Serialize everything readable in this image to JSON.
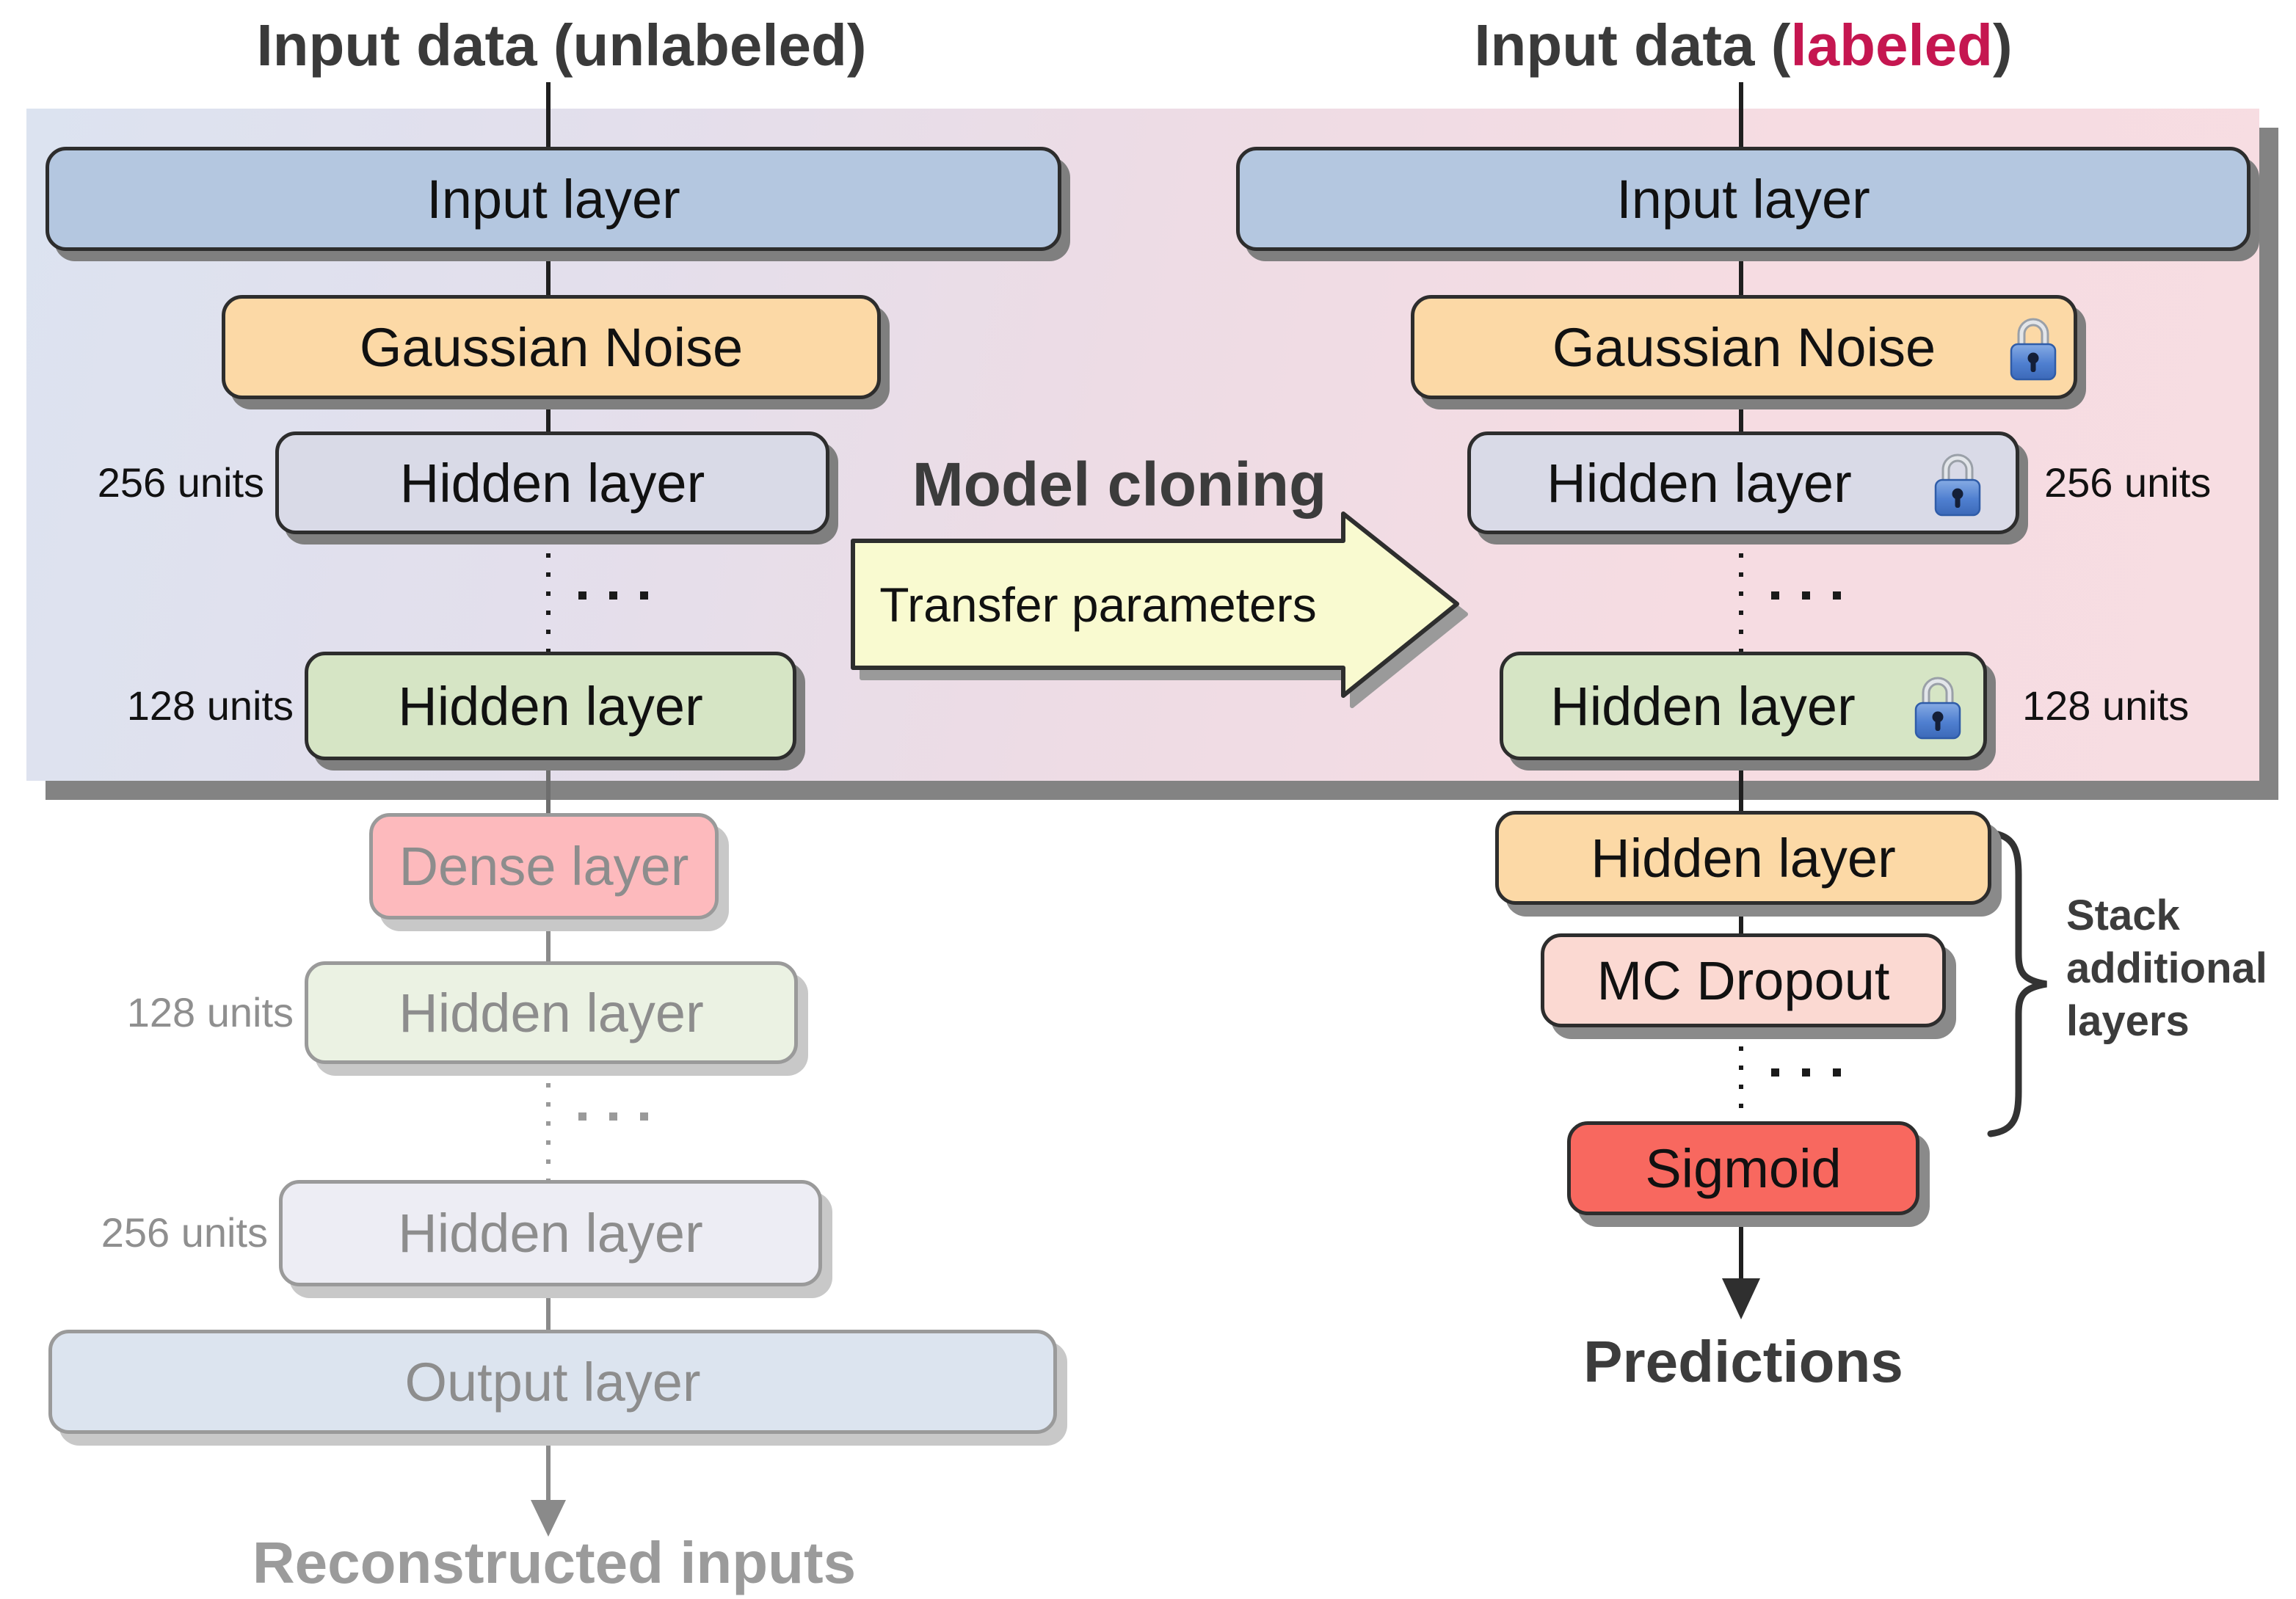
{
  "encoder": {
    "title": "Input data (unlabeled)",
    "layers": [
      {
        "label": "Input layer"
      },
      {
        "label": "Gaussian Noise"
      },
      {
        "label": "Hidden layer",
        "units": "256 units"
      },
      {
        "label": "Hidden layer",
        "units": "128 units"
      }
    ],
    "decoder_layers": [
      {
        "label": "Dense layer"
      },
      {
        "label": "Hidden layer",
        "units": "128 units"
      },
      {
        "label": "Hidden layer",
        "units": "256 units"
      },
      {
        "label": "Output layer"
      }
    ],
    "output_caption": "Reconstructed inputs"
  },
  "transfer": {
    "heading": "Model cloning",
    "arrow_label": "Transfer parameters"
  },
  "classifier": {
    "title_prefix": "Input data (",
    "title_highlight": "labeled",
    "title_suffix": ")",
    "layers": [
      {
        "label": "Input layer"
      },
      {
        "label": "Gaussian Noise",
        "locked": true
      },
      {
        "label": "Hidden layer",
        "units": "256 units",
        "locked": true
      },
      {
        "label": "Hidden layer",
        "units": "128 units",
        "locked": true
      }
    ],
    "head_layers": [
      {
        "label": "Hidden layer"
      },
      {
        "label": "MC Dropout"
      },
      {
        "label": "Sigmoid"
      }
    ],
    "output_caption": "Predictions",
    "brace_label": {
      "line1": "Stack",
      "line2": "additional",
      "line3": "layers"
    }
  },
  "icons": {
    "lock": "lock-icon (frozen layer)"
  },
  "colors": {
    "title_text": "#3a3a3a",
    "labeled_highlight": "#c51650",
    "panel_gradient_start": "#dce3f0",
    "panel_gradient_end": "#f7dde2",
    "panel_shadow": "#838383",
    "input_layer": "#b4c7e0",
    "gaussian_noise": "#fcd9a6",
    "hidden_256": "#d9dae7",
    "hidden_128": "#d6e5c5",
    "dense_layer": "#fdbabd",
    "hidden_128_faded": "#ebf2e3",
    "hidden_256_faded": "#ededf4",
    "output_layer": "#dce4ef",
    "mc_dropout": "#fbd9d2",
    "sigmoid": "#f8685f",
    "transfer_arrow": "#f9fad0",
    "lock_body": "#4f7fd0"
  }
}
